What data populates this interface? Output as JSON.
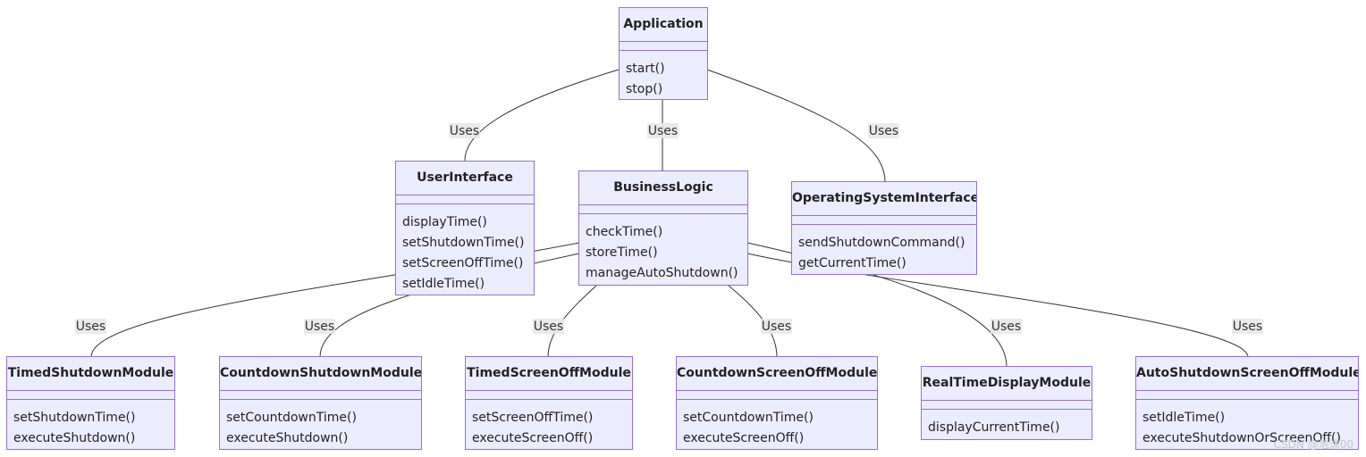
{
  "diagram": {
    "edge_label": "Uses",
    "classes": {
      "application": {
        "name": "Application",
        "methods": [
          "start()",
          "stop()"
        ]
      },
      "user_interface": {
        "name": "UserInterface",
        "methods": [
          "displayTime()",
          "setShutdownTime()",
          "setScreenOffTime()",
          "setIdleTime()"
        ]
      },
      "business_logic": {
        "name": "BusinessLogic",
        "methods": [
          "checkTime()",
          "storeTime()",
          "manageAutoShutdown()"
        ]
      },
      "os_interface": {
        "name": "OperatingSystemInterface",
        "methods": [
          "sendShutdownCommand()",
          "getCurrentTime()"
        ]
      },
      "timed_shutdown": {
        "name": "TimedShutdownModule",
        "methods": [
          "setShutdownTime()",
          "executeShutdown()"
        ]
      },
      "countdown_shutdown": {
        "name": "CountdownShutdownModule",
        "methods": [
          "setCountdownTime()",
          "executeShutdown()"
        ]
      },
      "timed_screenoff": {
        "name": "TimedScreenOffModule",
        "methods": [
          "setScreenOffTime()",
          "executeScreenOff()"
        ]
      },
      "countdown_screenoff": {
        "name": "CountdownScreenOffModule",
        "methods": [
          "setCountdownTime()",
          "executeScreenOff()"
        ]
      },
      "realtime_display": {
        "name": "RealTimeDisplayModule",
        "methods": [
          "displayCurrentTime()"
        ]
      },
      "auto_shutdown_screenoff": {
        "name": "AutoShutdownScreenOffModule",
        "methods": [
          "setIdleTime()",
          "executeShutdownOrScreenOff()"
        ]
      }
    },
    "relations": [
      {
        "from": "Application",
        "to": "UserInterface",
        "label": "Uses"
      },
      {
        "from": "Application",
        "to": "BusinessLogic",
        "label": "Uses"
      },
      {
        "from": "Application",
        "to": "OperatingSystemInterface",
        "label": "Uses"
      },
      {
        "from": "UserInterface",
        "to": "TimedShutdownModule",
        "label": "Uses"
      },
      {
        "from": "UserInterface",
        "to": "CountdownShutdownModule",
        "label": "Uses"
      },
      {
        "from": "BusinessLogic",
        "to": "TimedScreenOffModule",
        "label": "Uses"
      },
      {
        "from": "BusinessLogic",
        "to": "CountdownScreenOffModule",
        "label": "Uses"
      },
      {
        "from": "OperatingSystemInterface",
        "to": "RealTimeDisplayModule",
        "label": "Uses"
      },
      {
        "from": "OperatingSystemInterface",
        "to": "AutoShutdownScreenOffModule",
        "label": "Uses"
      }
    ]
  },
  "watermark": "CSDN @泡沫00"
}
